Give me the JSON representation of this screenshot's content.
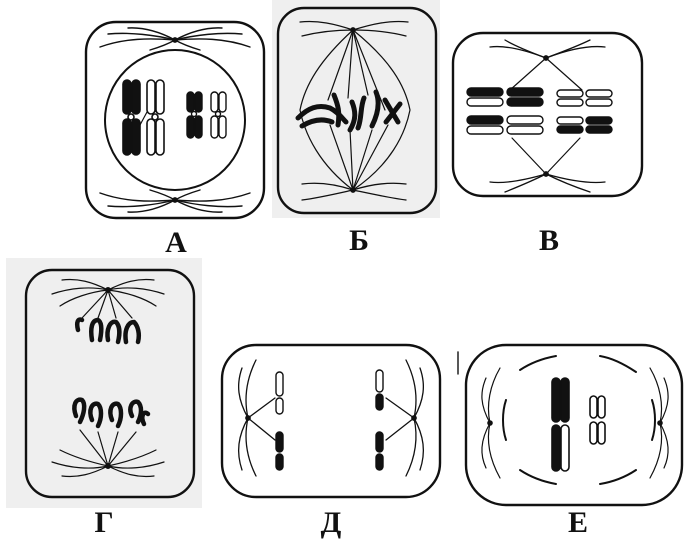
{
  "labels": {
    "a": "А",
    "b": "Б",
    "v": "В",
    "g": "Г",
    "d": "Д",
    "e": "Е"
  },
  "colors": {
    "ink": "#111111",
    "paper": "#ffffff",
    "scan_background": "#efefef"
  }
}
